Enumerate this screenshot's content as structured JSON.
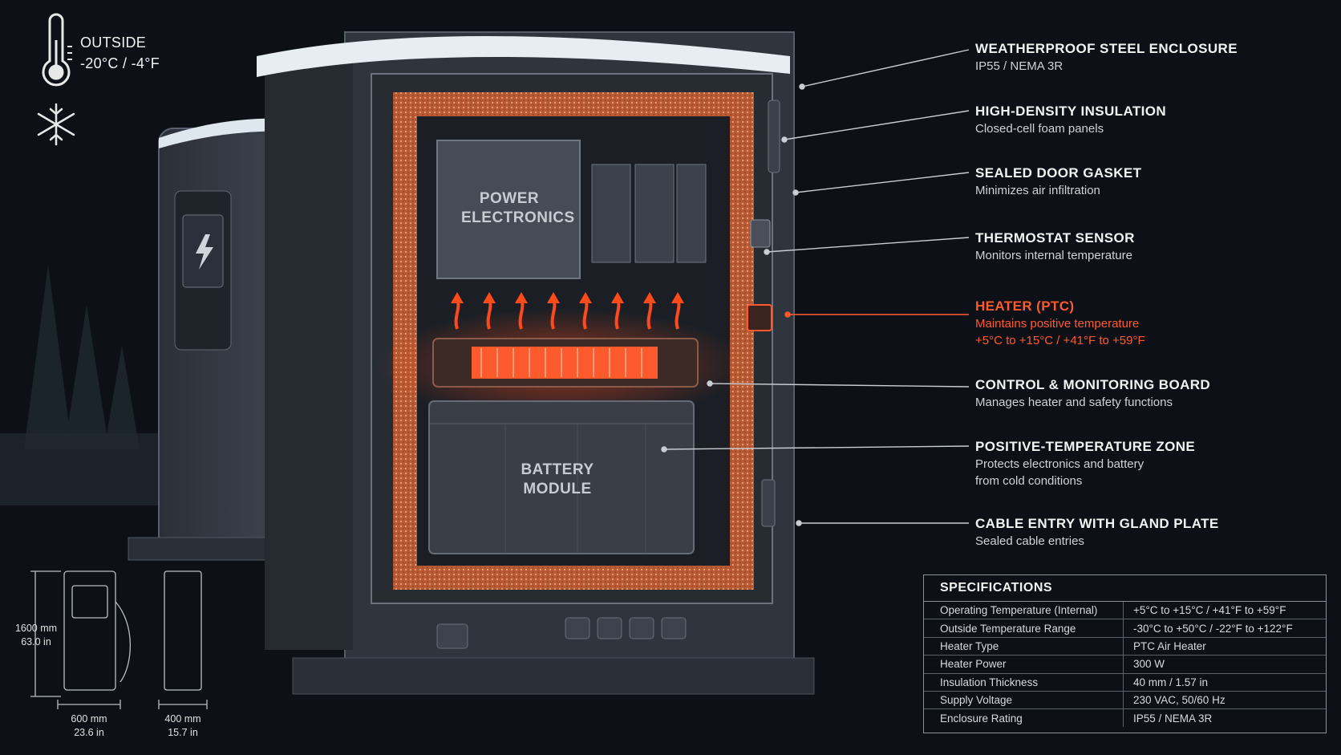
{
  "outside": {
    "line1": "OUTSIDE",
    "line2": "-20°C / -4°F"
  },
  "labels": {
    "power_electronics": [
      "POWER",
      "ELECTRONICS"
    ],
    "battery_module": [
      "BATTERY",
      "MODULE"
    ]
  },
  "callouts": [
    {
      "title": "WEATHERPROOF STEEL ENCLOSURE",
      "sub": [
        "IP55 / NEMA 3R"
      ]
    },
    {
      "title": "HIGH-DENSITY INSULATION",
      "sub": [
        "Closed-cell foam panels"
      ]
    },
    {
      "title": "SEALED DOOR GASKET",
      "sub": [
        "Minimizes air infiltration"
      ]
    },
    {
      "title": "THERMOSTAT SENSOR",
      "sub": [
        "Monitors internal temperature"
      ]
    },
    {
      "title": "HEATER (PTC)",
      "sub": [
        "Maintains positive temperature",
        "+5°C to +15°C / +41°F to +59°F"
      ]
    },
    {
      "title": "CONTROL & MONITORING BOARD",
      "sub": [
        "Manages heater and safety functions"
      ]
    },
    {
      "title": "POSITIVE-TEMPERATURE ZONE",
      "sub": [
        "Protects electronics and battery",
        "from cold conditions"
      ]
    },
    {
      "title": "CABLE ENTRY WITH GLAND PLATE",
      "sub": [
        "Sealed cable entries"
      ]
    }
  ],
  "specs": {
    "title": "SPECIFICATIONS",
    "rows": [
      [
        "Operating Temperature (Internal)",
        "+5°C to +15°C / +41°F to +59°F"
      ],
      [
        "Outside Temperature Range",
        "-30°C to +50°C / -22°F to +122°F"
      ],
      [
        "Heater Type",
        "PTC Air Heater"
      ],
      [
        "Heater Power",
        "300 W"
      ],
      [
        "Insulation Thickness",
        "40 mm / 1.57 in"
      ],
      [
        "Supply Voltage",
        "230 VAC, 50/60 Hz"
      ],
      [
        "Enclosure Rating",
        "IP55 / NEMA 3R"
      ]
    ]
  },
  "dimensions": {
    "height": [
      "1600 mm",
      "63.0 in"
    ],
    "width": [
      "600 mm",
      "23.6 in"
    ],
    "depth": [
      "400 mm",
      "15.7 in"
    ]
  },
  "colors": {
    "background": "#0d1117",
    "heater": "#ff5a2e",
    "insulation": "#c9673f",
    "steel": "#3a3f47"
  },
  "icons": [
    "thermometer-icon",
    "snowflake-icon",
    "lightning-icon"
  ]
}
